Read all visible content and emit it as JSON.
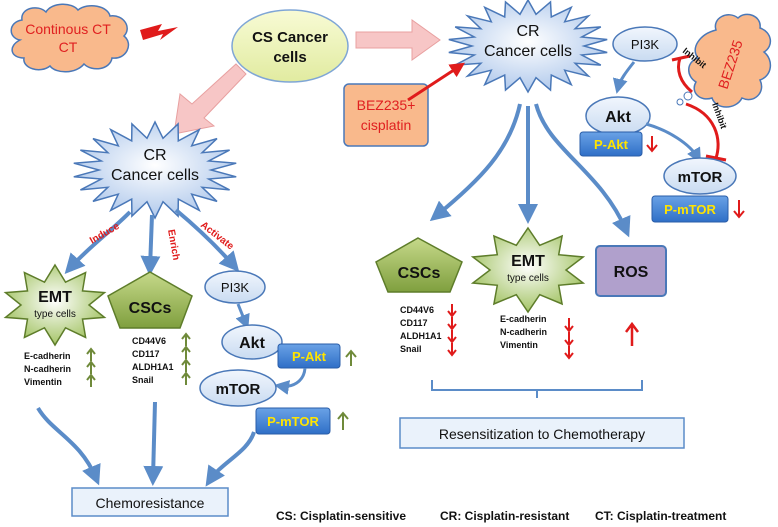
{
  "left_panel": {
    "continous_ct": "Continous CT",
    "cs_cancer_cells_line1": "CS Cancer",
    "cs_cancer_cells_line2": "cells",
    "cr_line1": "CR",
    "cr_line2": "Cancer cells",
    "induce": "Induce",
    "enrich": "Enrich",
    "activate": "Activate",
    "emt": "EMT",
    "emt_sub": "type cells",
    "emt_markers": [
      "E-cadherin",
      "N-cadherin",
      "Vimentin"
    ],
    "cscs": "CSCs",
    "csc_markers": [
      "CD44V6",
      "CD117",
      "ALDH1A1",
      "Snail"
    ],
    "pi3k": "PI3K",
    "akt": "Akt",
    "p_akt": "P-Akt",
    "mtor": "mTOR",
    "p_mtor": "P-mTOR",
    "chemoresistance": "Chemoresistance"
  },
  "right_panel": {
    "cr_line1": "CR",
    "cr_line2": "Cancer cells",
    "bez_cis_line1": "BEZ235+",
    "bez_cis_line2": "cisplatin",
    "bez235": "BEZ235",
    "inhibit1": "Inhibit",
    "inhibit2": "Inhibit",
    "pi3k": "PI3K",
    "akt": "Akt",
    "p_akt": "P-Akt",
    "mtor": "mTOR",
    "p_mtor": "P-mTOR",
    "cscs": "CSCs",
    "csc_markers": [
      "CD44V6",
      "CD117",
      "ALDH1A1",
      "Snail"
    ],
    "emt": "EMT",
    "emt_sub": "type cells",
    "emt_markers": [
      "E-cadherin",
      "N-cadherin",
      "Vimentin"
    ],
    "ros": "ROS",
    "resensitization": "Resensitization to Chemotherapy"
  },
  "legend": {
    "cs": "CS: Cisplatin-sensitive",
    "cr": "CR: Cisplatin-resistant",
    "ct": "CT: Cisplatin-treatment"
  },
  "colors": {
    "arrow_blue": "#5b8cc8",
    "cloud_fill": "#f9b98c",
    "cloud_text": "#e02020",
    "star_fill": "#bfd3ee",
    "oval_fill": "#dde9f7",
    "phospho_fill": "#3d7fd6",
    "phospho_text": "#ffe400",
    "green_shape": "#8aa850",
    "red": "#e01b1b",
    "green_arrow": "#6f8a3a",
    "ros_fill": "#b0a0cc",
    "pink_arrow": "#f7b6b6"
  }
}
